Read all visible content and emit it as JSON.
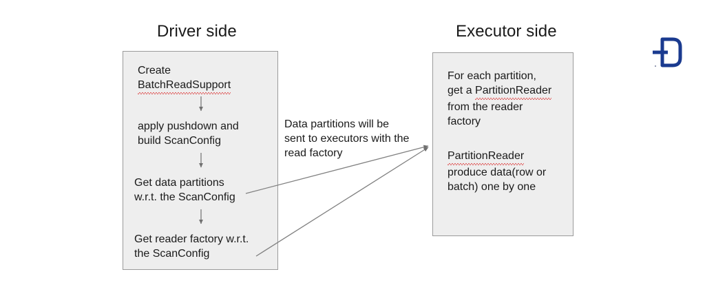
{
  "diagram": {
    "driver": {
      "title": "Driver side",
      "steps": [
        {
          "plain_prefix": "Create\n",
          "highlighted": "BatchReadSupport",
          "text": "Create\nBatchReadSupport"
        },
        {
          "text": "apply pushdown and\nbuild ScanConfig"
        },
        {
          "text": "Get data partitions\nw.r.t.  the ScanConfig"
        },
        {
          "text": "Get reader factory w.r.t.\nthe ScanConfig"
        }
      ]
    },
    "executor": {
      "title": "Executor side",
      "paragraphs": [
        {
          "line1": "For each partition,",
          "line2_prefix": "get a ",
          "highlighted": "PartitionReader",
          "line3": "from the reader",
          "line4": "factory"
        },
        {
          "highlighted": "PartitionReader",
          "line2": "produce data(row or",
          "line3": "batch) one by one"
        }
      ]
    },
    "flow_note": "Data partitions will be\nsent to executors with the\nread factory",
    "arrows": {
      "down_arrow_label": "down-arrow",
      "transfer_arrow_label": "driver-to-executor-arrow",
      "count_down": 3,
      "count_transfer": 2
    },
    "colors": {
      "panel_fill": "#eeeeee",
      "panel_border": "#9a9a9a",
      "text": "#1a1a1a",
      "arrow": "#808080",
      "spellcheck_underline": "#e06666",
      "logo": "#1a3a8f",
      "background": "#ffffff"
    },
    "logo": {
      "name": "d-plus-logo",
      "alt": "D with plus mark logo"
    }
  }
}
